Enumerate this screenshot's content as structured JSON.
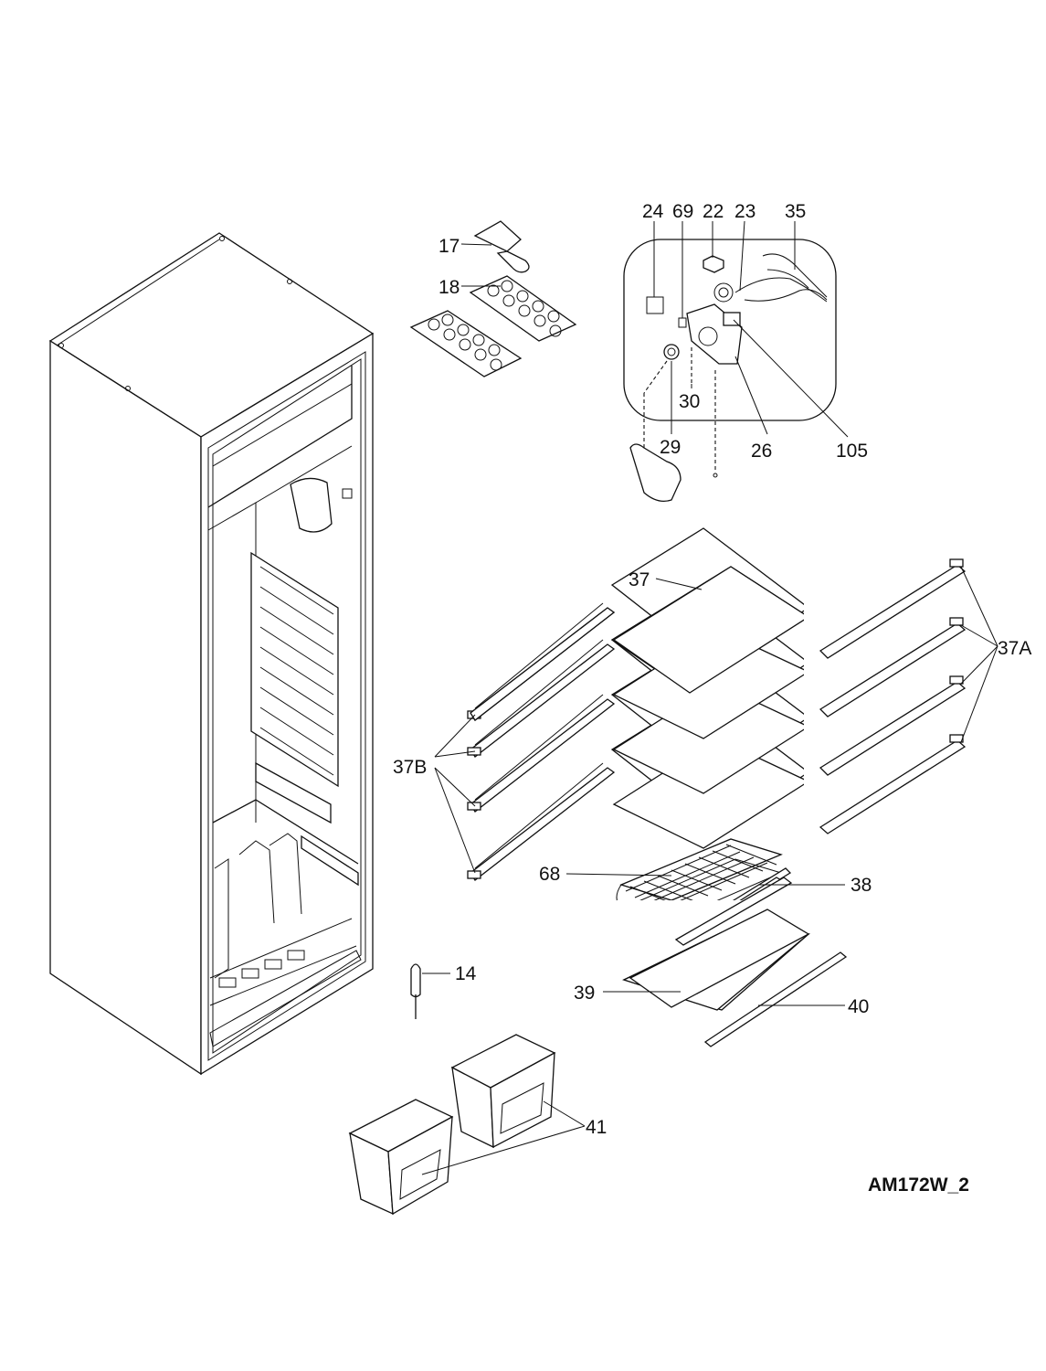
{
  "diagram_code": "AM172W_2",
  "callouts": {
    "p14": "14",
    "p17": "17",
    "p18": "18",
    "p22": "22",
    "p23": "23",
    "p24": "24",
    "p26": "26",
    "p29": "29",
    "p30": "30",
    "p35": "35",
    "p37": "37",
    "p37A": "37A",
    "p37B": "37B",
    "p38": "38",
    "p39": "39",
    "p40": "40",
    "p41": "41",
    "p68": "68",
    "p69": "69",
    "p105": "105"
  }
}
